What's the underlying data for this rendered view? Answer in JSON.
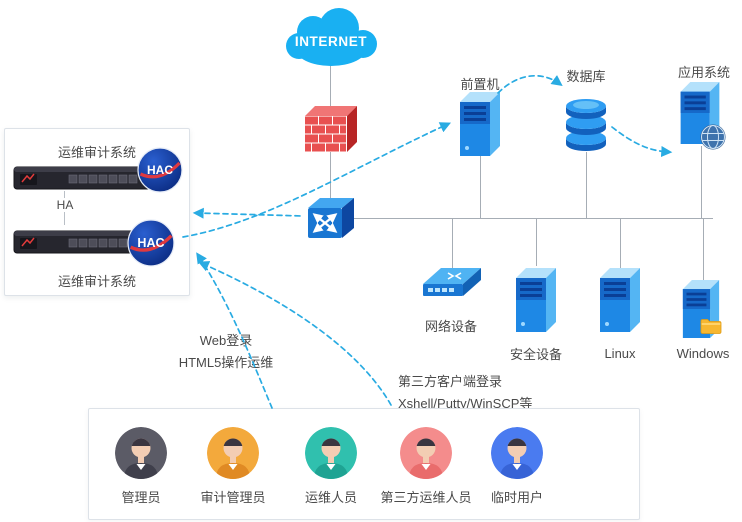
{
  "diagram": {
    "internet_label": "INTERNET",
    "nodes": {
      "frontend": "前置机",
      "database": "数据库",
      "app_system": "应用系统",
      "network_device": "网络设备",
      "security_device": "安全设备",
      "linux": "Linux",
      "windows": "Windows"
    },
    "audit_box": {
      "top_label": "运维审计系统",
      "bottom_label": "运维审计系统",
      "ha_label": "HA",
      "hac_badge": "HAC"
    },
    "annotations": {
      "web_login": [
        "Web登录",
        "HTML5操作运维"
      ],
      "third_party": [
        "第三方客户端登录",
        "Xshell/Putty/WinSCP等"
      ]
    },
    "users": [
      {
        "label": "管理员",
        "color": "#5b5b66",
        "shirt": "#3f3f4b"
      },
      {
        "label": "审计管理员",
        "color": "#f3a93c",
        "shirt": "#e08a24"
      },
      {
        "label": "运维人员",
        "color": "#30c0ae",
        "shirt": "#1fa393"
      },
      {
        "label": "第三方运维人员",
        "color": "#f48c8c",
        "shirt": "#e96c6c"
      },
      {
        "label": "临时用户",
        "color": "#4a7bf0",
        "shirt": "#3763d6"
      }
    ],
    "colors": {
      "arrow": "#29abe2",
      "connector": "#a6adb5",
      "cloud": "#19b0f2",
      "firewall_red": "#e85050",
      "server_blue": "#1e88e5",
      "hac_red": "#e0393f"
    }
  }
}
